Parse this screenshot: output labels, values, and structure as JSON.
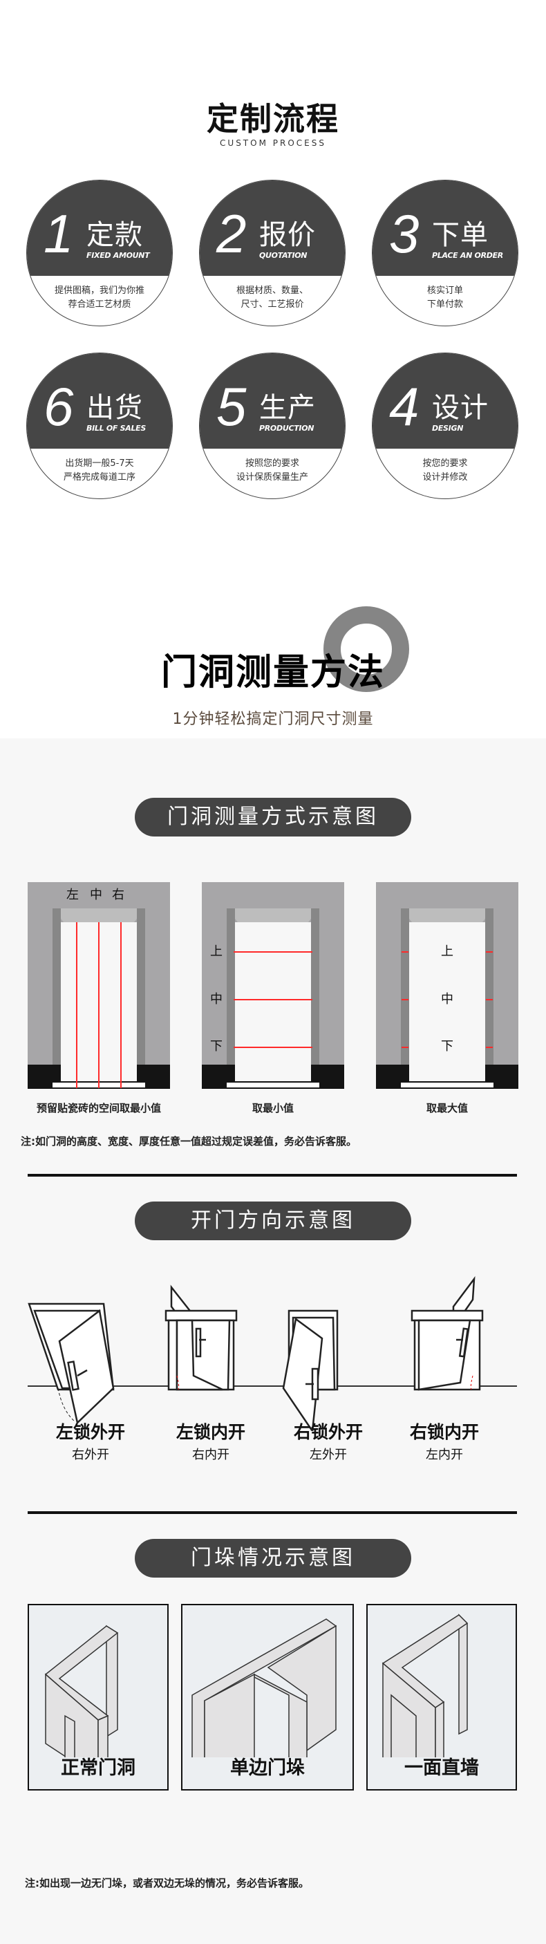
{
  "process": {
    "title": "定制流程",
    "subtitle": "CUSTOM PROCESS",
    "steps": [
      {
        "num": "1",
        "title": "定款",
        "en": "FIXED AMOUNT",
        "desc1": "提供图稿，我们为你推",
        "desc2": "荐合适工艺材质"
      },
      {
        "num": "2",
        "title": "报价",
        "en": "QUOTATION",
        "desc1": "根据材质、数量、",
        "desc2": "尺寸、工艺报价"
      },
      {
        "num": "3",
        "title": "下单",
        "en": "PLACE AN ORDER",
        "desc1": "核实订单",
        "desc2": "下单付款"
      },
      {
        "num": "6",
        "title": "出货",
        "en": "BILL OF SALES",
        "desc1": "出货期一般5-7天",
        "desc2": "严格完成每道工序"
      },
      {
        "num": "5",
        "title": "生产",
        "en": "PRODUCTION",
        "desc1": "按照您的要求",
        "desc2": "设计保质保量生产"
      },
      {
        "num": "4",
        "title": "设计",
        "en": "DESIGN",
        "desc1": "按您的要求",
        "desc2": "设计并修改"
      }
    ]
  },
  "measure": {
    "title": "门洞测量方法",
    "subtitle": "1分钟轻松搞定门洞尺寸测量",
    "colors": {
      "ring": "#858585",
      "subtitle": "#5a4a3c",
      "pill": "#444444",
      "red": "#ff2a2a"
    }
  },
  "method": {
    "pill": "门洞测量方式示意图",
    "diagrams": [
      {
        "labels": [
          "左",
          "中",
          "右"
        ],
        "caption": "预留贴瓷砖的空间取最小值"
      },
      {
        "labels": [
          "上",
          "中",
          "下"
        ],
        "caption": "取最小值"
      },
      {
        "labels": [
          "上",
          "中",
          "下"
        ],
        "caption": "取最大值"
      }
    ],
    "note": "注:如门洞的高度、宽度、厚度任意一值超过规定误差值，务必告诉客服。"
  },
  "direction": {
    "pill": "开门方向示意图",
    "doors": [
      {
        "label": "左锁外开",
        "sub": "右外开"
      },
      {
        "label": "左锁内开",
        "sub": "右内开"
      },
      {
        "label": "右锁外开",
        "sub": "左外开"
      },
      {
        "label": "右锁内开",
        "sub": "左内开"
      }
    ]
  },
  "walls": {
    "pill": "门垛情况示意图",
    "cases": [
      {
        "label": "正常门洞"
      },
      {
        "label": "单边门垛"
      },
      {
        "label": "一面直墙"
      }
    ],
    "note": "注:如出现一边无门垛，或者双边无垛的情况，务必告诉客服。"
  }
}
